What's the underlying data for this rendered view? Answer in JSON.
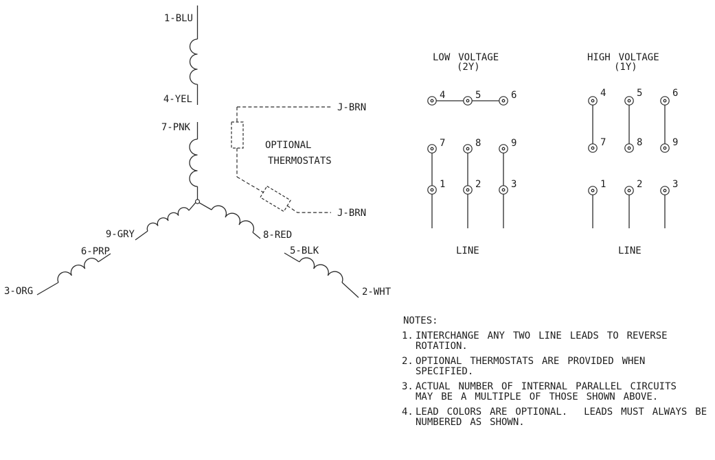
{
  "colors": {
    "line": "#2b2b2b",
    "text": "#1c1c1c",
    "background": "#ffffff"
  },
  "wye": {
    "leads": {
      "blu": "1-BLU",
      "yel": "4-YEL",
      "pnk": "7-PNK",
      "gry": "9-GRY",
      "prp": "6-PRP",
      "org": "3-ORG",
      "red": "8-RED",
      "blk": "5-BLK",
      "wht": "2-WHT"
    }
  },
  "thermostats": {
    "caption_line1": "OPTIONAL",
    "caption_line2": "THERMOSTATS",
    "lead_top": "J-BRN",
    "lead_bottom": "J-BRN"
  },
  "low_voltage": {
    "title": "LOW VOLTAGE",
    "subtitle": "(2Y)",
    "line_label": "LINE",
    "terminals": [
      "4",
      "5",
      "6",
      "7",
      "8",
      "9",
      "1",
      "2",
      "3"
    ]
  },
  "high_voltage": {
    "title": "HIGH VOLTAGE",
    "subtitle": "(1Y)",
    "line_label": "LINE",
    "terminals": [
      "4",
      "5",
      "6",
      "7",
      "8",
      "9",
      "1",
      "2",
      "3"
    ]
  },
  "notes": {
    "heading": "NOTES:",
    "items": [
      {
        "num": "1.",
        "line1": "INTERCHANGE ANY TWO LINE LEADS TO REVERSE",
        "line2": "ROTATION."
      },
      {
        "num": "2.",
        "line1": "OPTIONAL THERMOSTATS ARE PROVIDED WHEN",
        "line2": "SPECIFIED."
      },
      {
        "num": "3.",
        "line1": "ACTUAL NUMBER OF INTERNAL PARALLEL CIRCUITS",
        "line2": "MAY BE A MULTIPLE OF THOSE SHOWN ABOVE."
      },
      {
        "num": "4.",
        "line1": "LEAD COLORS ARE OPTIONAL.  LEADS MUST ALWAYS BE",
        "line2": "NUMBERED AS SHOWN."
      }
    ]
  }
}
